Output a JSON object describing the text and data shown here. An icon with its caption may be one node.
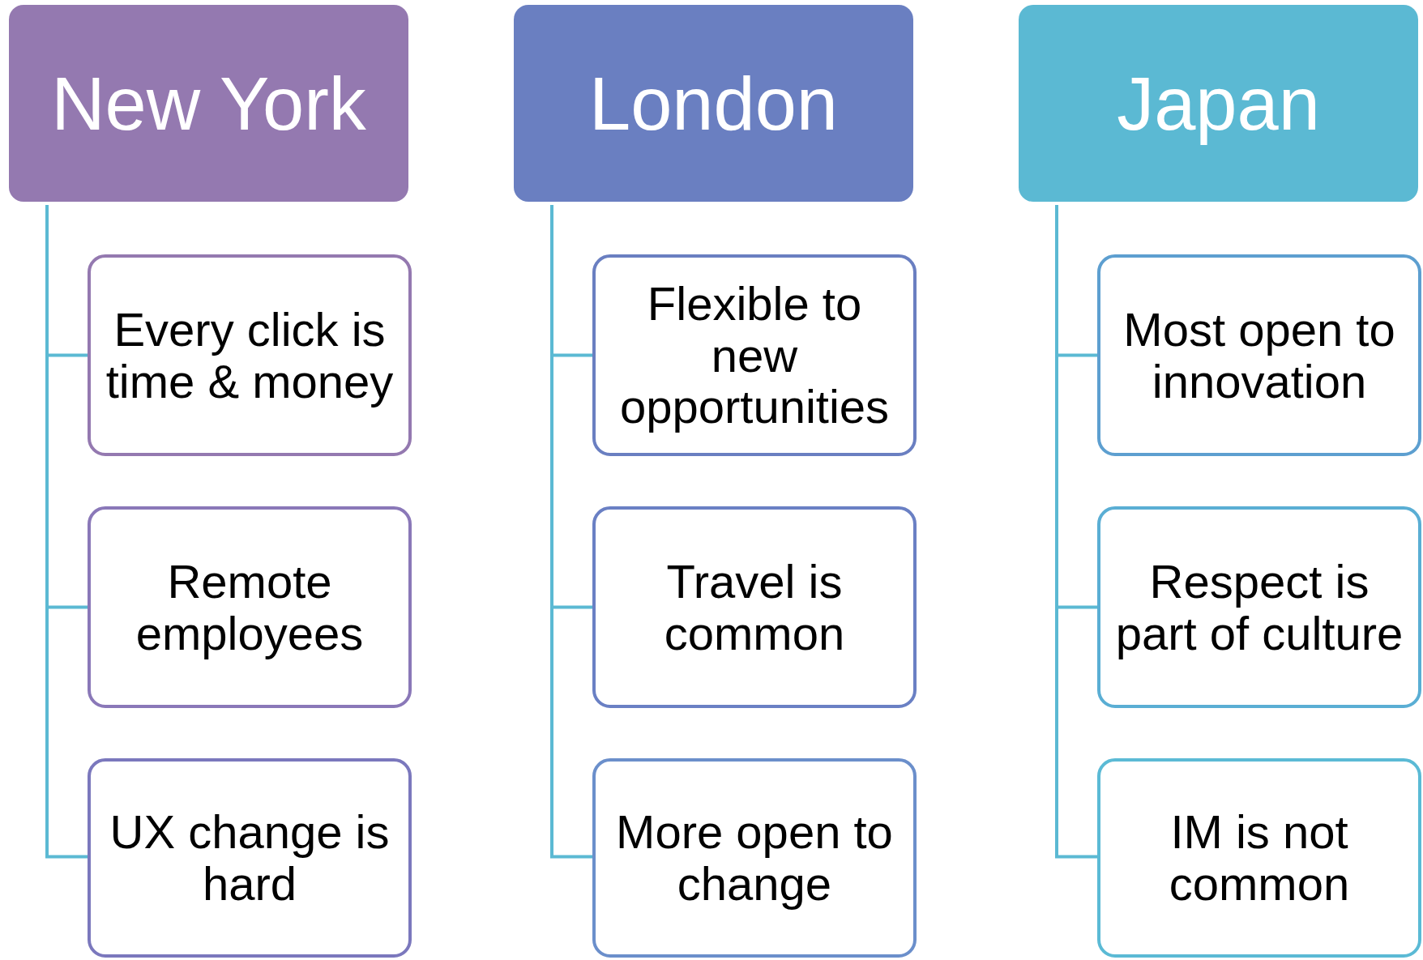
{
  "diagram": {
    "nodes": [
      {
        "text": [
          "New York"
        ]
      },
      {
        "text": [
          "Every click is time & money"
        ]
      },
      {
        "text": [
          "Remote employees"
        ]
      },
      {
        "text": [
          "UX change is hard"
        ]
      },
      {
        "text": [
          "London"
        ]
      },
      {
        "text": [
          "Flexible to new opportunities"
        ]
      },
      {
        "text": [
          "Travel is common"
        ]
      },
      {
        "text": [
          "More open to change"
        ]
      },
      {
        "text": [
          "Japan"
        ]
      },
      {
        "text": [
          "Most open to innovation"
        ]
      },
      {
        "text": [
          "Respect is part of culture"
        ]
      },
      {
        "text": [
          "IM is not common"
        ]
      }
    ],
    "edges": [
      {
        "from": 0,
        "to": 1,
        "arrow": "none"
      },
      {
        "from": 0,
        "to": 2,
        "arrow": "none"
      },
      {
        "from": 0,
        "to": 3,
        "arrow": "none"
      },
      {
        "from": 4,
        "to": 5,
        "arrow": "none"
      },
      {
        "from": 4,
        "to": 6,
        "arrow": "none"
      },
      {
        "from": 4,
        "to": 7,
        "arrow": "none"
      },
      {
        "from": 8,
        "to": 9,
        "arrow": "none"
      },
      {
        "from": 8,
        "to": 10,
        "arrow": "none"
      },
      {
        "from": 8,
        "to": 11,
        "arrow": "none"
      }
    ]
  }
}
